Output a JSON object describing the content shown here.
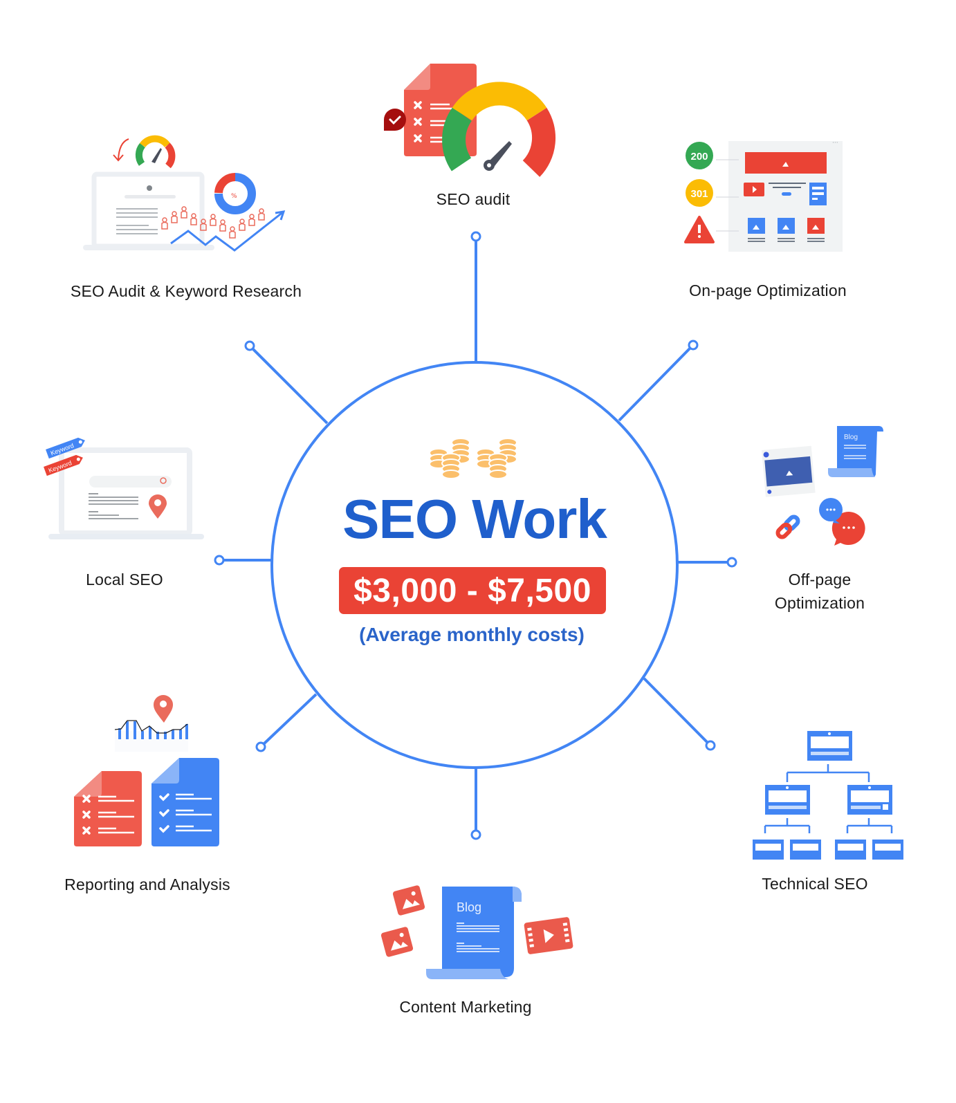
{
  "diagram": {
    "title": "SEO Work",
    "price_range": "$3,000 - $7,500",
    "subtitle": "(Average monthly costs)",
    "center_icon": "coin-stacks-icon",
    "colors": {
      "primary_blue": "#4285f4",
      "title_blue": "#1f5fcc",
      "red": "#ea4335",
      "yellow": "#fbbc04",
      "green": "#34a853",
      "coin": "#fbbf6b",
      "text": "#1a1a1a"
    },
    "nodes": [
      {
        "id": "seo-audit",
        "label": "SEO audit",
        "icon": "audit-report-gauge-icon",
        "position": "top"
      },
      {
        "id": "seo-audit-keyword",
        "label": "SEO Audit & Keyword Research",
        "icon": "laptop-gauge-growth-icon",
        "position": "upper-left"
      },
      {
        "id": "on-page",
        "label": "On-page Optimization",
        "icon": "status-codes-page-layout-icon",
        "status_codes": [
          "200",
          "301",
          "!"
        ],
        "position": "upper-right"
      },
      {
        "id": "local-seo",
        "label": "Local SEO",
        "icon": "laptop-keyword-map-pin-icon",
        "tags": [
          "Keyword",
          "Keyword"
        ],
        "position": "left"
      },
      {
        "id": "off-page",
        "label_line1": "Off-page",
        "label_line2": "Optimization",
        "icon": "backlinks-social-blog-icon",
        "blog_label": "Blog",
        "position": "right"
      },
      {
        "id": "reporting",
        "label": "Reporting and Analysis",
        "icon": "report-documents-chart-icon",
        "position": "lower-left"
      },
      {
        "id": "technical-seo",
        "label": "Technical SEO",
        "icon": "site-architecture-tree-icon",
        "position": "lower-right"
      },
      {
        "id": "content-marketing",
        "label": "Content Marketing",
        "icon": "blog-scroll-media-icon",
        "blog_label": "Blog",
        "position": "bottom"
      }
    ]
  }
}
